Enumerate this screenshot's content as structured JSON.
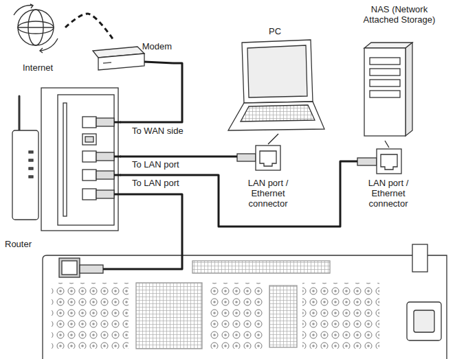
{
  "diagram": {
    "nodes": [
      {
        "text": [
          "Internet"
        ]
      },
      {
        "text": [
          "Modem"
        ]
      },
      {
        "text": [
          "Router"
        ]
      },
      {
        "text": [
          "PC"
        ]
      },
      {
        "text": [
          "LAN port / Ethernet connector"
        ]
      },
      {
        "text": [
          "NAS (Network Attached Storage)"
        ]
      },
      {
        "text": [
          "LAN port / Ethernet connector"
        ]
      }
    ],
    "edges": [
      {
        "from": 0,
        "to": 1,
        "arrow": "none"
      },
      {
        "from": 1,
        "to": 2,
        "label": "To WAN side",
        "arrow": "none"
      },
      {
        "from": 2,
        "to": 4,
        "label": "To LAN port",
        "arrow": "none"
      },
      {
        "from": 2,
        "to": 6,
        "label": "To LAN port",
        "arrow": "none"
      },
      {
        "from": 3,
        "to": 4,
        "arrow": "none"
      },
      {
        "from": 5,
        "to": 6,
        "arrow": "none"
      }
    ]
  }
}
